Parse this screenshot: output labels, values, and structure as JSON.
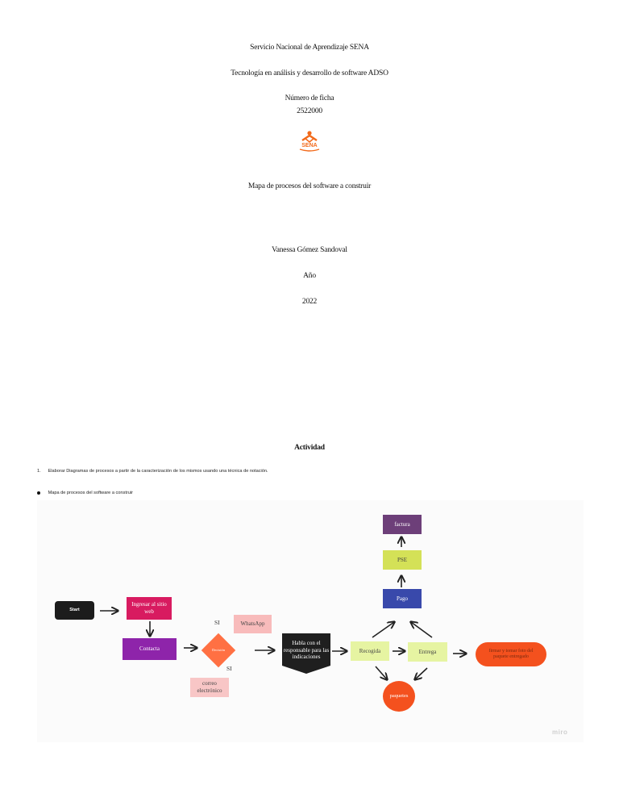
{
  "cover": {
    "institution": "Servicio Nacional de Aprendizaje SENA",
    "program": "Tecnología en análisis y desarrollo de software ADSO",
    "ficha_label": "Número de ficha",
    "ficha_number": "2522000",
    "logo_text": "SENA",
    "subject": "Mapa de procesos del software a construir",
    "author": "Vanessa Gómez Sandoval",
    "year_label": "Año",
    "year": "2022"
  },
  "activity": {
    "heading": "Actividad",
    "item_number": "1.",
    "item_text": "Elaborar Diagramas de procesos a partir de la caracterización de los mismos usando una técnica de notación.",
    "bullet_text": "Mapa de procesos del software a construir"
  },
  "diagram": {
    "nodes": {
      "start": "Start",
      "ingresar": "Ingresar al sitio web",
      "contacta": "Contacta",
      "decision": "Decisión",
      "whatsapp": "WhatsApp",
      "correo": "correo electrónico",
      "habla": "Habla con el responsable para las indicaciones",
      "recogida": "Recogida",
      "entrega": "Entrega",
      "pago": "Pago",
      "pse": "PSE",
      "factura": "factura",
      "paquetes": "paquetes",
      "firmar": "firmar y tomar foto del paquete entregado"
    },
    "labels": {
      "si_top": "SI",
      "si_bottom": "SI"
    },
    "watermark": "miro",
    "colors": {
      "start": "#1c1c1c",
      "ingresar": "#d81b60",
      "contacta": "#8e24aa",
      "decision": "#ff7043",
      "whatsapp": "#f8bbbb",
      "correo": "#f8c6c6",
      "habla": "#1f1f1f",
      "recogida": "#e6f4a2",
      "entrega": "#e6f4a2",
      "pago": "#3949ab",
      "pse": "#d4e157",
      "factura": "#6d3f79",
      "paquetes": "#f4511e",
      "firmar": "#f4511e",
      "sena_logo": "#f26a1b"
    }
  }
}
